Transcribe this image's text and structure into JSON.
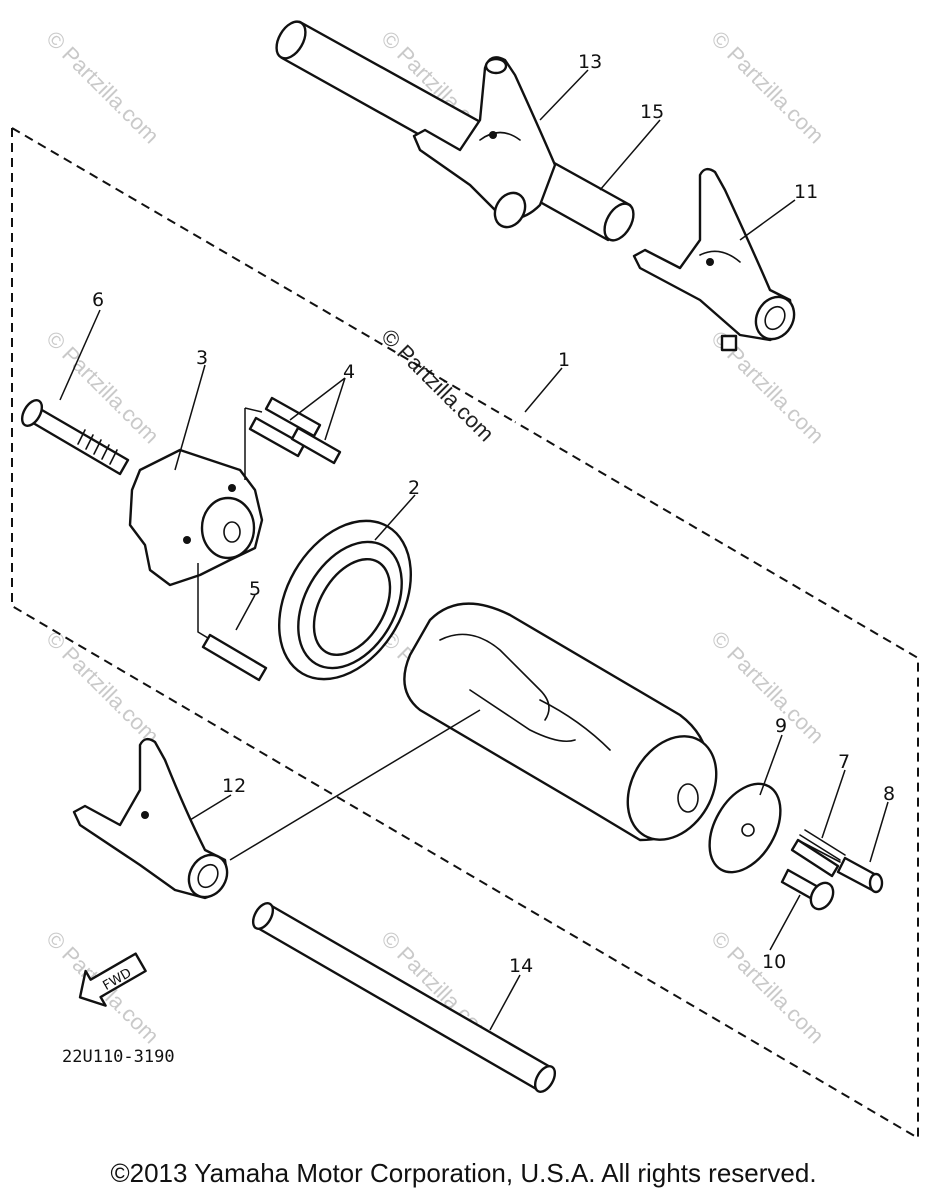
{
  "diagram": {
    "part_callouts": [
      "1",
      "2",
      "3",
      "4",
      "5",
      "6",
      "7",
      "8",
      "9",
      "10",
      "11",
      "12",
      "13",
      "14",
      "15"
    ],
    "figure_code": "22U110-3190",
    "direction_label": "FWD",
    "watermark": "© Partzilla.com"
  },
  "footer": {
    "copyright": "©2013  Yamaha Motor Corporation, U.S.A. All rights reserved."
  }
}
